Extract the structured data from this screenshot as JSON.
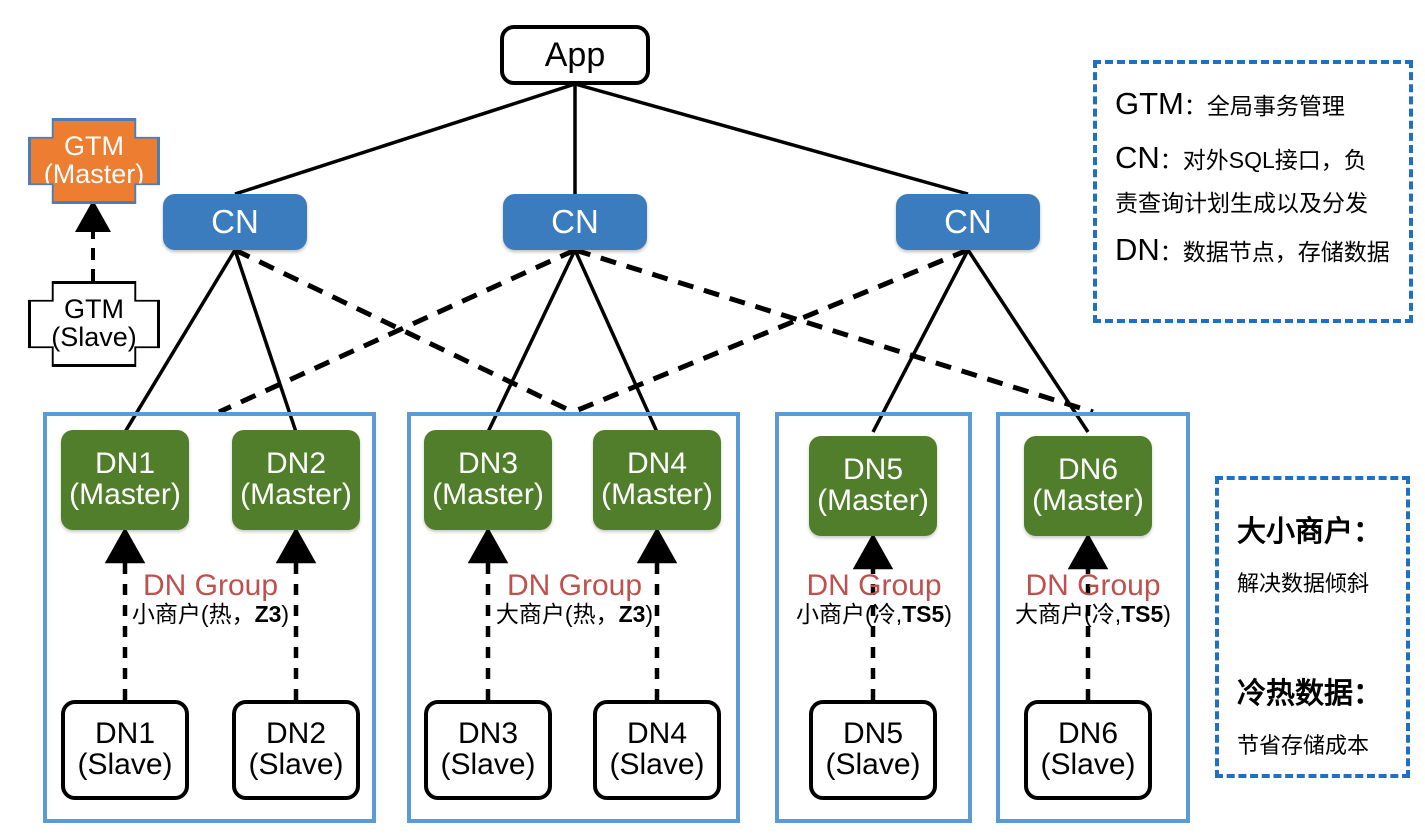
{
  "diagram": {
    "title": "Distributed database cluster architecture",
    "colors": {
      "cn_blue": "#3a7cbe",
      "group_blue": "#5b9bd5",
      "legend_blue": "#1f6fc4",
      "gtm_orange": "#ed7d31",
      "dn_green": "#507e2b",
      "dn_group_red": "#c0504d",
      "black": "#000000",
      "white": "#ffffff"
    },
    "app": {
      "label": "App"
    },
    "gtm": {
      "master": {
        "line1": "GTM",
        "line2": "(Master)"
      },
      "slave": {
        "line1": "GTM",
        "line2": "(Slave)"
      }
    },
    "coordinators": [
      {
        "label": "CN"
      },
      {
        "label": "CN"
      },
      {
        "label": "CN"
      }
    ],
    "dn_masters": [
      {
        "line1": "DN1",
        "line2": "(Master)"
      },
      {
        "line1": "DN2",
        "line2": "(Master)"
      },
      {
        "line1": "DN3",
        "line2": "(Master)"
      },
      {
        "line1": "DN4",
        "line2": "(Master)"
      },
      {
        "line1": "DN5",
        "line2": "(Master)"
      },
      {
        "line1": "DN6",
        "line2": "(Master)"
      }
    ],
    "dn_slaves": [
      {
        "line1": "DN1",
        "line2": "(Slave)"
      },
      {
        "line1": "DN2",
        "line2": "(Slave)"
      },
      {
        "line1": "DN3",
        "line2": "(Slave)"
      },
      {
        "line1": "DN4",
        "line2": "(Slave)"
      },
      {
        "line1": "DN5",
        "line2": "(Slave)"
      },
      {
        "line1": "DN6",
        "line2": "(Slave)"
      }
    ],
    "dn_groups": [
      {
        "title": "DN Group",
        "subtitle_plain": "小商户(热，",
        "subtitle_bold": "Z3",
        "subtitle_tail": ")"
      },
      {
        "title": "DN Group",
        "subtitle_plain": "大商户(热，",
        "subtitle_bold": "Z3",
        "subtitle_tail": ")"
      },
      {
        "title": "DN Group",
        "subtitle_plain": "小商户(冷,",
        "subtitle_bold": "TS5",
        "subtitle_tail": ")"
      },
      {
        "title": "DN Group",
        "subtitle_plain": "大商户(冷,",
        "subtitle_bold": "TS5",
        "subtitle_tail": ")"
      }
    ]
  },
  "legend_roles": {
    "rows": [
      {
        "key": "GTM",
        "sep": "：",
        "value": "全局事务管理"
      },
      {
        "key": "CN",
        "sep": "：",
        "value": "对外SQL接口，负"
      }
    ],
    "cn_wrap": "责查询计划生成以及分发",
    "dn_row": {
      "key": "DN",
      "sep": "：",
      "value": "数据节点，存储数据"
    }
  },
  "legend_features": {
    "items": [
      {
        "heading": "大小商户：",
        "body": "解决数据倾斜"
      },
      {
        "heading": "冷热数据：",
        "body": "节省存储成本"
      }
    ]
  }
}
